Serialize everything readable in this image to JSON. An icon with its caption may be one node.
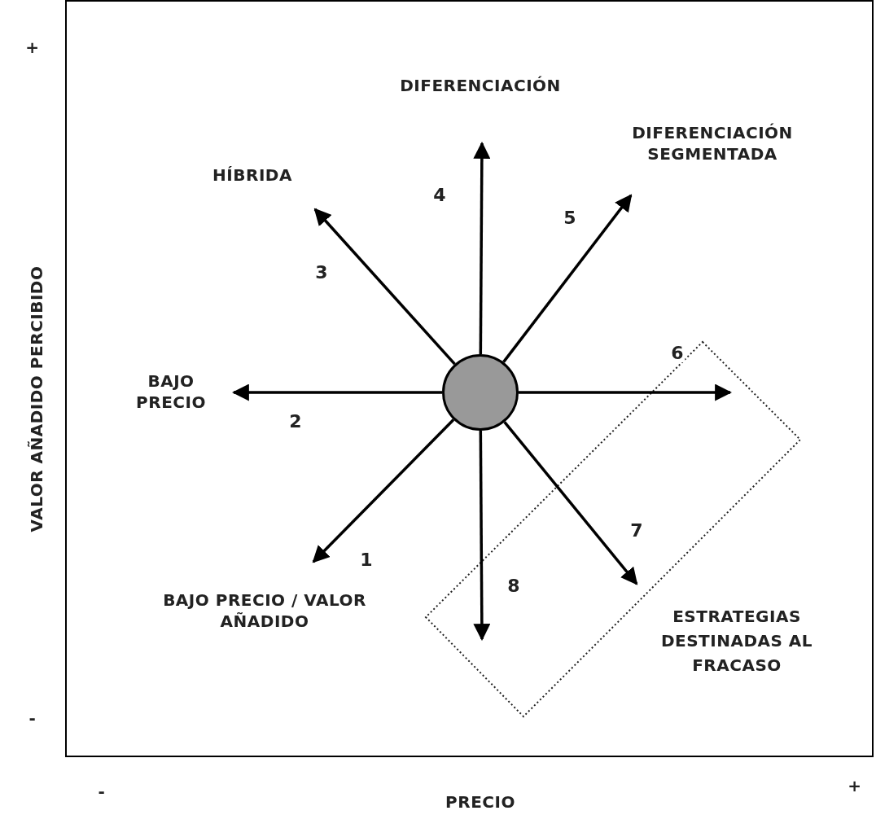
{
  "diagram": {
    "nodes": [
      {
        "text": [
          "DIFERENCIACIÓN"
        ]
      },
      {
        "text": [
          "DIFERENCIACIÓN SEGMENTADA"
        ]
      },
      {
        "text": [
          "HÍBRIDA"
        ]
      },
      {
        "text": [
          "BAJO PRECIO"
        ]
      },
      {
        "text": [],
        "shape": "circle"
      },
      {
        "text": [
          "BAJO PRECIO / VALOR AÑADIDO"
        ]
      },
      {
        "text": [
          "ESTRATEGIAS DESTINADAS AL FRACASO"
        ]
      }
    ],
    "edges": [
      {
        "from": 4,
        "to": 5,
        "arrow": "to",
        "label": "1"
      },
      {
        "from": 4,
        "to": 3,
        "arrow": "to",
        "label": "2"
      },
      {
        "from": 4,
        "to": 2,
        "arrow": "to",
        "label": "3"
      },
      {
        "from": 4,
        "to": 0,
        "arrow": "to",
        "label": "4"
      },
      {
        "from": 4,
        "to": 1,
        "arrow": "to",
        "label": "5"
      },
      {
        "from": 4,
        "to": 6,
        "arrow": "to",
        "label": "6"
      },
      {
        "from": 4,
        "to": 6,
        "arrow": "to",
        "label": "7"
      },
      {
        "from": 4,
        "to": 6,
        "arrow": "to",
        "label": "8"
      }
    ],
    "labels": [
      "+",
      "VALOR AÑADIDO PERCIBIDO",
      "-",
      "-",
      "PRECIO",
      "+"
    ]
  }
}
